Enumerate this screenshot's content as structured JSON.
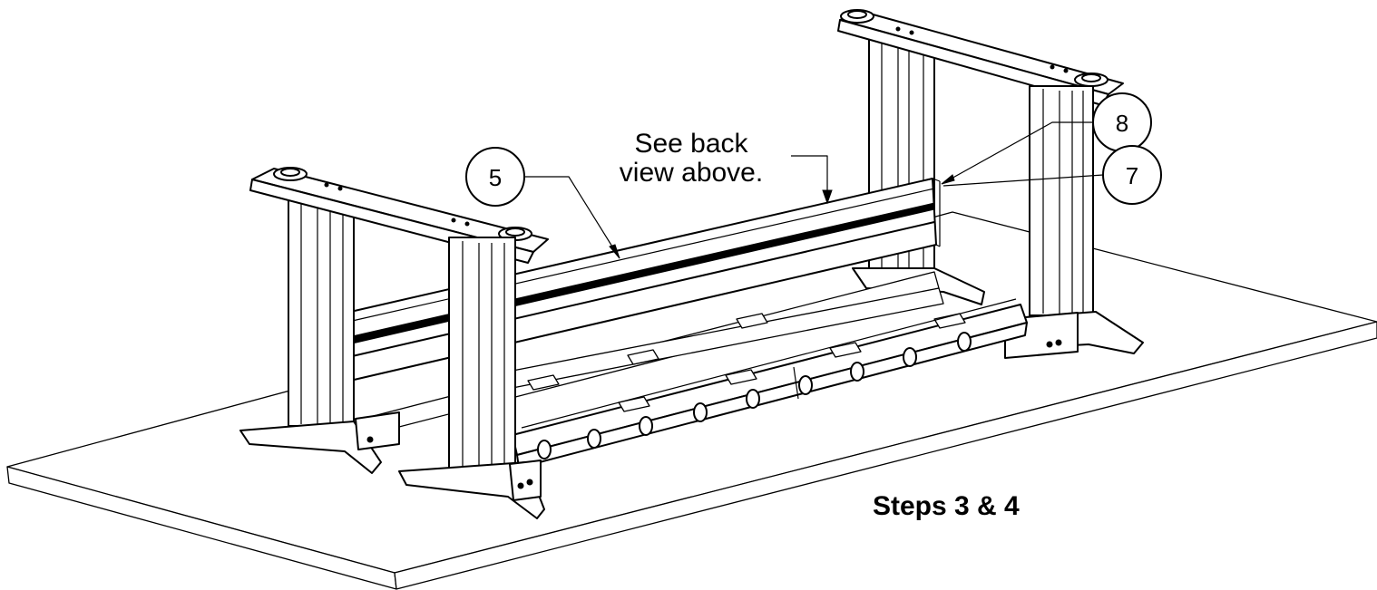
{
  "callouts": [
    {
      "number": "5"
    },
    {
      "number": "8"
    },
    {
      "number": "7"
    }
  ],
  "note": {
    "line1": "See back",
    "line2": "view above."
  },
  "step_label": "Steps 3 & 4"
}
